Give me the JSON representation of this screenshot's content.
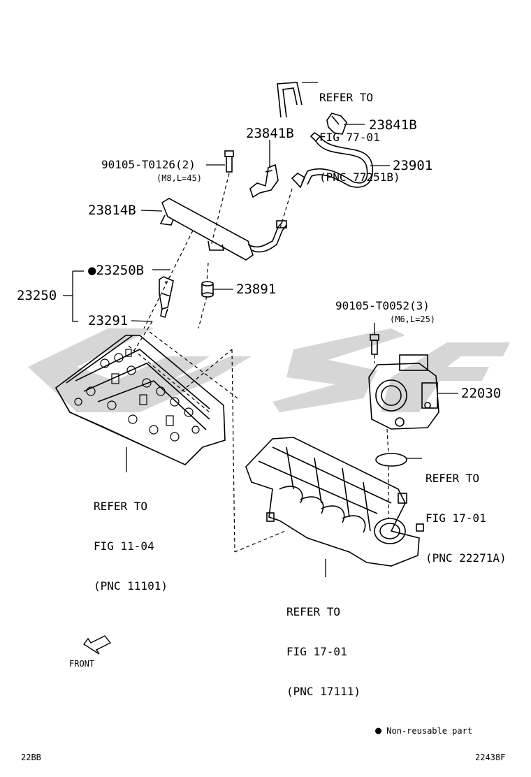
{
  "diagram": {
    "parts": {
      "hose_refer": [
        "REFER TO",
        "FIG 77-01",
        "(PNC 77251B)"
      ],
      "clamp_right": "23841B",
      "clamp_left": "23841B",
      "fuel_hose": "23901",
      "bolt_left": "90105-T0126(2)",
      "bolt_left_spec": "(M8,L=45)",
      "delivery_pipe": "23814B",
      "injector_seal_upper": "23250B",
      "injector_assy": "23250",
      "injector_seal_lower": "23291",
      "insulator": "23891",
      "bolt_right": "90105-T0052(3)",
      "bolt_right_spec": "(M6,L=25)",
      "throttle_body": "22030",
      "gasket_refer": [
        "REFER TO",
        "FIG 17-01",
        "(PNC 22271A)"
      ],
      "cylinder_head_refer": [
        "REFER TO",
        "FIG 11-04",
        "(PNC 11101)"
      ],
      "intake_manifold_refer": [
        "REFER TO",
        "FIG 17-01",
        "(PNC 17111)"
      ]
    },
    "non_reusable_mark": "●",
    "front_label": "FRONT",
    "legend": "Non-reusable part",
    "footer_left": "22BB",
    "footer_right": "22438F"
  }
}
